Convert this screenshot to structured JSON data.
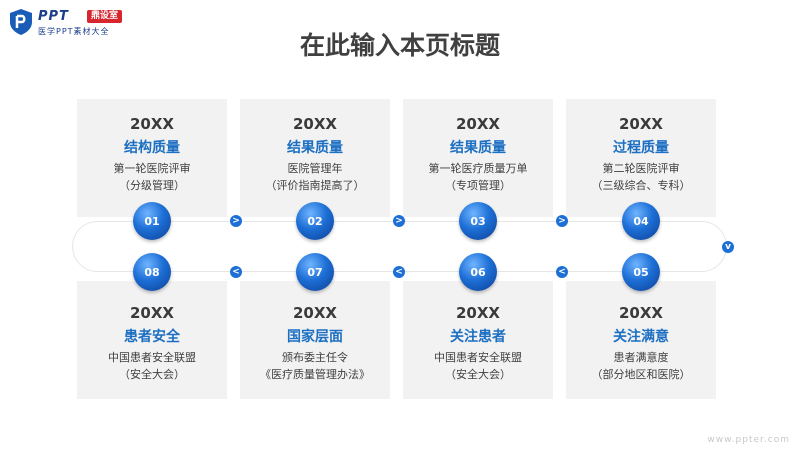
{
  "logo": {
    "brand": "PPT",
    "badge": "鼎设室",
    "subtitle": "医学PPT素材大全"
  },
  "title": "在此输入本页标题",
  "cards": [
    {
      "num": "01",
      "year": "20XX",
      "title": "结构质量",
      "desc1": "第一轮医院评审",
      "desc2": "（分级管理）"
    },
    {
      "num": "02",
      "year": "20XX",
      "title": "结果质量",
      "desc1": "医院管理年",
      "desc2": "（评价指南提高了）"
    },
    {
      "num": "03",
      "year": "20XX",
      "title": "结果质量",
      "desc1": "第一轮医疗质量万单",
      "desc2": "（专项管理）"
    },
    {
      "num": "04",
      "year": "20XX",
      "title": "过程质量",
      "desc1": "第二轮医院评审",
      "desc2": "（三级综合、专科）"
    },
    {
      "num": "05",
      "year": "20XX",
      "title": "关注满意",
      "desc1": "患者满意度",
      "desc2": "（部分地区和医院）"
    },
    {
      "num": "06",
      "year": "20XX",
      "title": "关注患者",
      "desc1": "中国患者安全联盟",
      "desc2": "（安全大会）"
    },
    {
      "num": "07",
      "year": "20XX",
      "title": "国家层面",
      "desc1": "颁布委主任令",
      "desc2": "《医疗质量管理办法》"
    },
    {
      "num": "08",
      "year": "20XX",
      "title": "患者安全",
      "desc1": "中国患者安全联盟",
      "desc2": "（安全大会）"
    }
  ],
  "arrows": {
    "right": ">",
    "left": "<",
    "down": "v"
  },
  "watermark": "www.ppter.com",
  "colors": {
    "accent": "#1c6fc2",
    "circle": "#1d6fd6",
    "card_bg": "#f2f2f2",
    "brand": "#1a3e8c",
    "badge": "#d6262e"
  }
}
